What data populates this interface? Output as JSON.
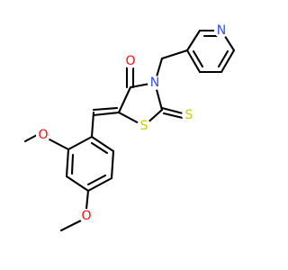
{
  "molecule": {
    "atoms": {
      "oxygen_carbonyl": {
        "symbol": "O",
        "color": "#FF0D0D"
      },
      "nitrogen_ring": {
        "symbol": "N",
        "color": "#3050F8"
      },
      "sulfur_ring": {
        "symbol": "S",
        "color": "#CCCC00"
      },
      "sulfur_thione": {
        "symbol": "S",
        "color": "#CCCC00"
      },
      "nitrogen_pyridine": {
        "symbol": "N",
        "color": "#3050F8"
      },
      "oxygen_methoxy_ortho": {
        "symbol": "O",
        "color": "#FF0D0D"
      },
      "oxygen_methoxy_para": {
        "symbol": "O",
        "color": "#FF0D0D"
      }
    },
    "bond_color": "#000000"
  }
}
